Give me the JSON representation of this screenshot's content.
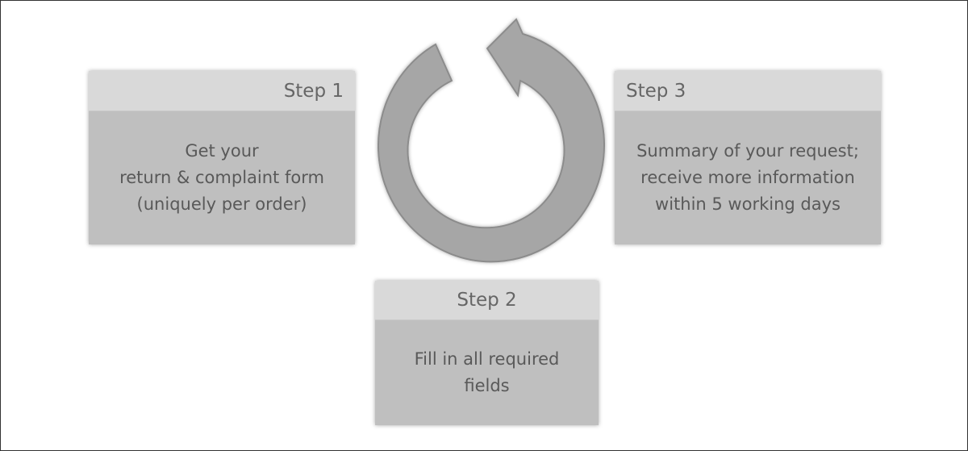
{
  "colors": {
    "header": "#d9d9d9",
    "body": "#bfbfbf",
    "arrow": "#a6a6a6",
    "text": "#595959"
  },
  "steps": [
    {
      "title": "Step 1",
      "lines": [
        "Get your",
        "return & complaint form",
        "(uniquely per order)"
      ]
    },
    {
      "title": "Step 2",
      "lines": [
        "Fill in all required",
        "fields"
      ]
    },
    {
      "title": "Step 3",
      "lines": [
        "Summary of your request;",
        "receive more information",
        "within 5 working days"
      ]
    }
  ],
  "icon": "circular-arrow-icon"
}
